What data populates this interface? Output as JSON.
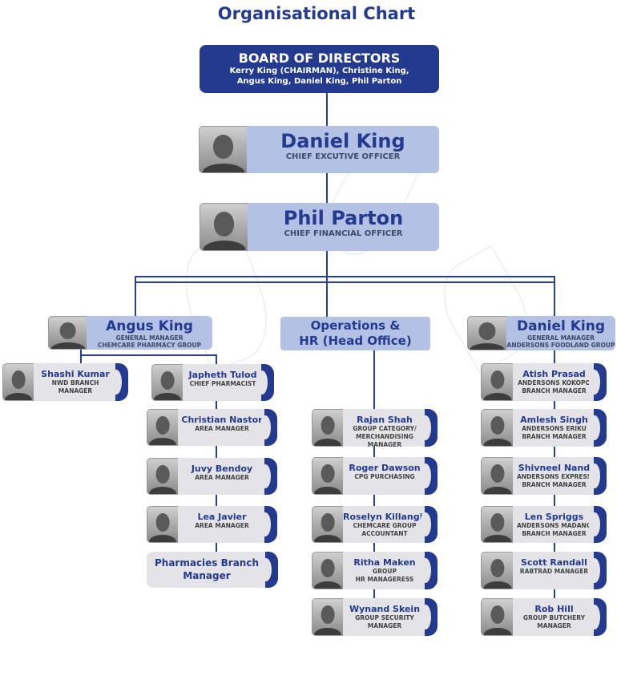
{
  "title": "Organisational Chart",
  "board": {
    "heading": "BOARD OF DIRECTORS",
    "members_line1": "Kerry King (CHAIRMAN), Christine King,",
    "members_line2": "Angus King, Daniel King, Phil Parton"
  },
  "executives": [
    {
      "name": "Daniel King",
      "role": "CHIEF EXCUTIVE OFFICER"
    },
    {
      "name": "Phil Parton",
      "role": "CHIEF FINANCIAL OFFICER"
    }
  ],
  "managers": [
    {
      "name": "Angus King",
      "role_line1": "GENERAL MANAGER",
      "role_line2": "CHEMCARE PHARMACY GROUP"
    },
    {
      "name": "Daniel King",
      "role_line1": "GENERAL MANAGER",
      "role_line2": "ANDERSONS FOODLAND GROUP"
    }
  ],
  "operations": {
    "line1": "Operations &",
    "line2": "HR (Head Office)"
  },
  "staff": [
    {
      "name": "Shashi Kumar",
      "role": "NWD BRANCH\nMANAGER"
    },
    {
      "name": "Japheth Tulod",
      "role": "CHIEF PHARMACIST"
    },
    {
      "name": "Christian Nastor",
      "role": "AREA MANAGER"
    },
    {
      "name": "Juvy Bendoy",
      "role": "AREA MANAGER"
    },
    {
      "name": "Lea Javier",
      "role": "AREA MANAGER"
    },
    {
      "name": "Pharmacies Branch\nManager",
      "role": ""
    },
    {
      "name": "Rajan Shah",
      "role": "GROUP CATEGORY/\nMERCHANDISING MANAGER"
    },
    {
      "name": "Roger Dawson",
      "role": "CPG PURCHASING"
    },
    {
      "name": "Roselyn Killangis",
      "role": "CHEMCARE GROUP\nACCOUNTANT"
    },
    {
      "name": "Ritha Maken",
      "role": "GROUP\nHR MANAGERESS"
    },
    {
      "name": "Wynand Skein",
      "role": "GROUP SECURITY\nMANAGER"
    },
    {
      "name": "Atish Prasad",
      "role": "ANDERSONS KOKOPO\nBRANCH MANAGER"
    },
    {
      "name": "Amlesh Singh",
      "role": "ANDERSONS ERIKU\nBRANCH MANAGER"
    },
    {
      "name": "Shivneel Nand",
      "role": "ANDERSONS EXPRESS\nBRANCH MANAGER"
    },
    {
      "name": "Len Spriggs",
      "role": "ANDERSONS MADANG\nBRANCH MANAGER"
    },
    {
      "name": "Scott Randall",
      "role": "RABTRAD MANAGER"
    },
    {
      "name": "Rob Hill",
      "role": "GROUP BUTCHERY\nMANAGER"
    }
  ]
}
